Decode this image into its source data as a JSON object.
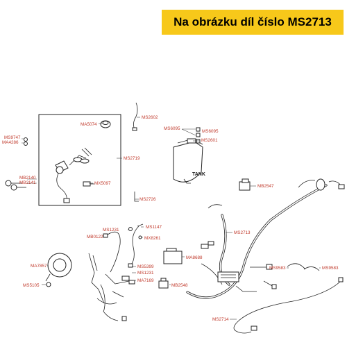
{
  "banner": {
    "text": "Na obrázku díl číslo MS2713",
    "color": "#f7c81a"
  },
  "tank_label": "TANK",
  "parts": {
    "MA5074": "MA5074",
    "MS2602": "MS2602",
    "MS9747": "MS9747",
    "MA4286": "MA4286",
    "MS2719": "MS2719",
    "MB2140": "MB2140",
    "MB2141": "MB2141",
    "MX5097": "MX5097",
    "MS2726": "MS2726",
    "MS6095a": "MS6095",
    "MS6095b": "MS6095",
    "MS2601": "MS2601",
    "MB2547": "MB2547",
    "MS1231a": "MS1231",
    "MS1147": "MS1147",
    "MB0122": "MB0122",
    "MX8261": "MX8261",
    "MS2713": "MS2713",
    "MA8688": "MA8688",
    "MA7857": "MA7857",
    "MS5399": "MS5399",
    "MS1231b": "MS1231",
    "MA7169": "MA7169",
    "MS5105": "MS5105",
    "MB2548": "MB2548",
    "MS9583a": "MS9583",
    "MS9583b": "MS9583",
    "MS2714": "MS2714"
  },
  "colors": {
    "label": "#c0392b",
    "line": "#222222"
  }
}
